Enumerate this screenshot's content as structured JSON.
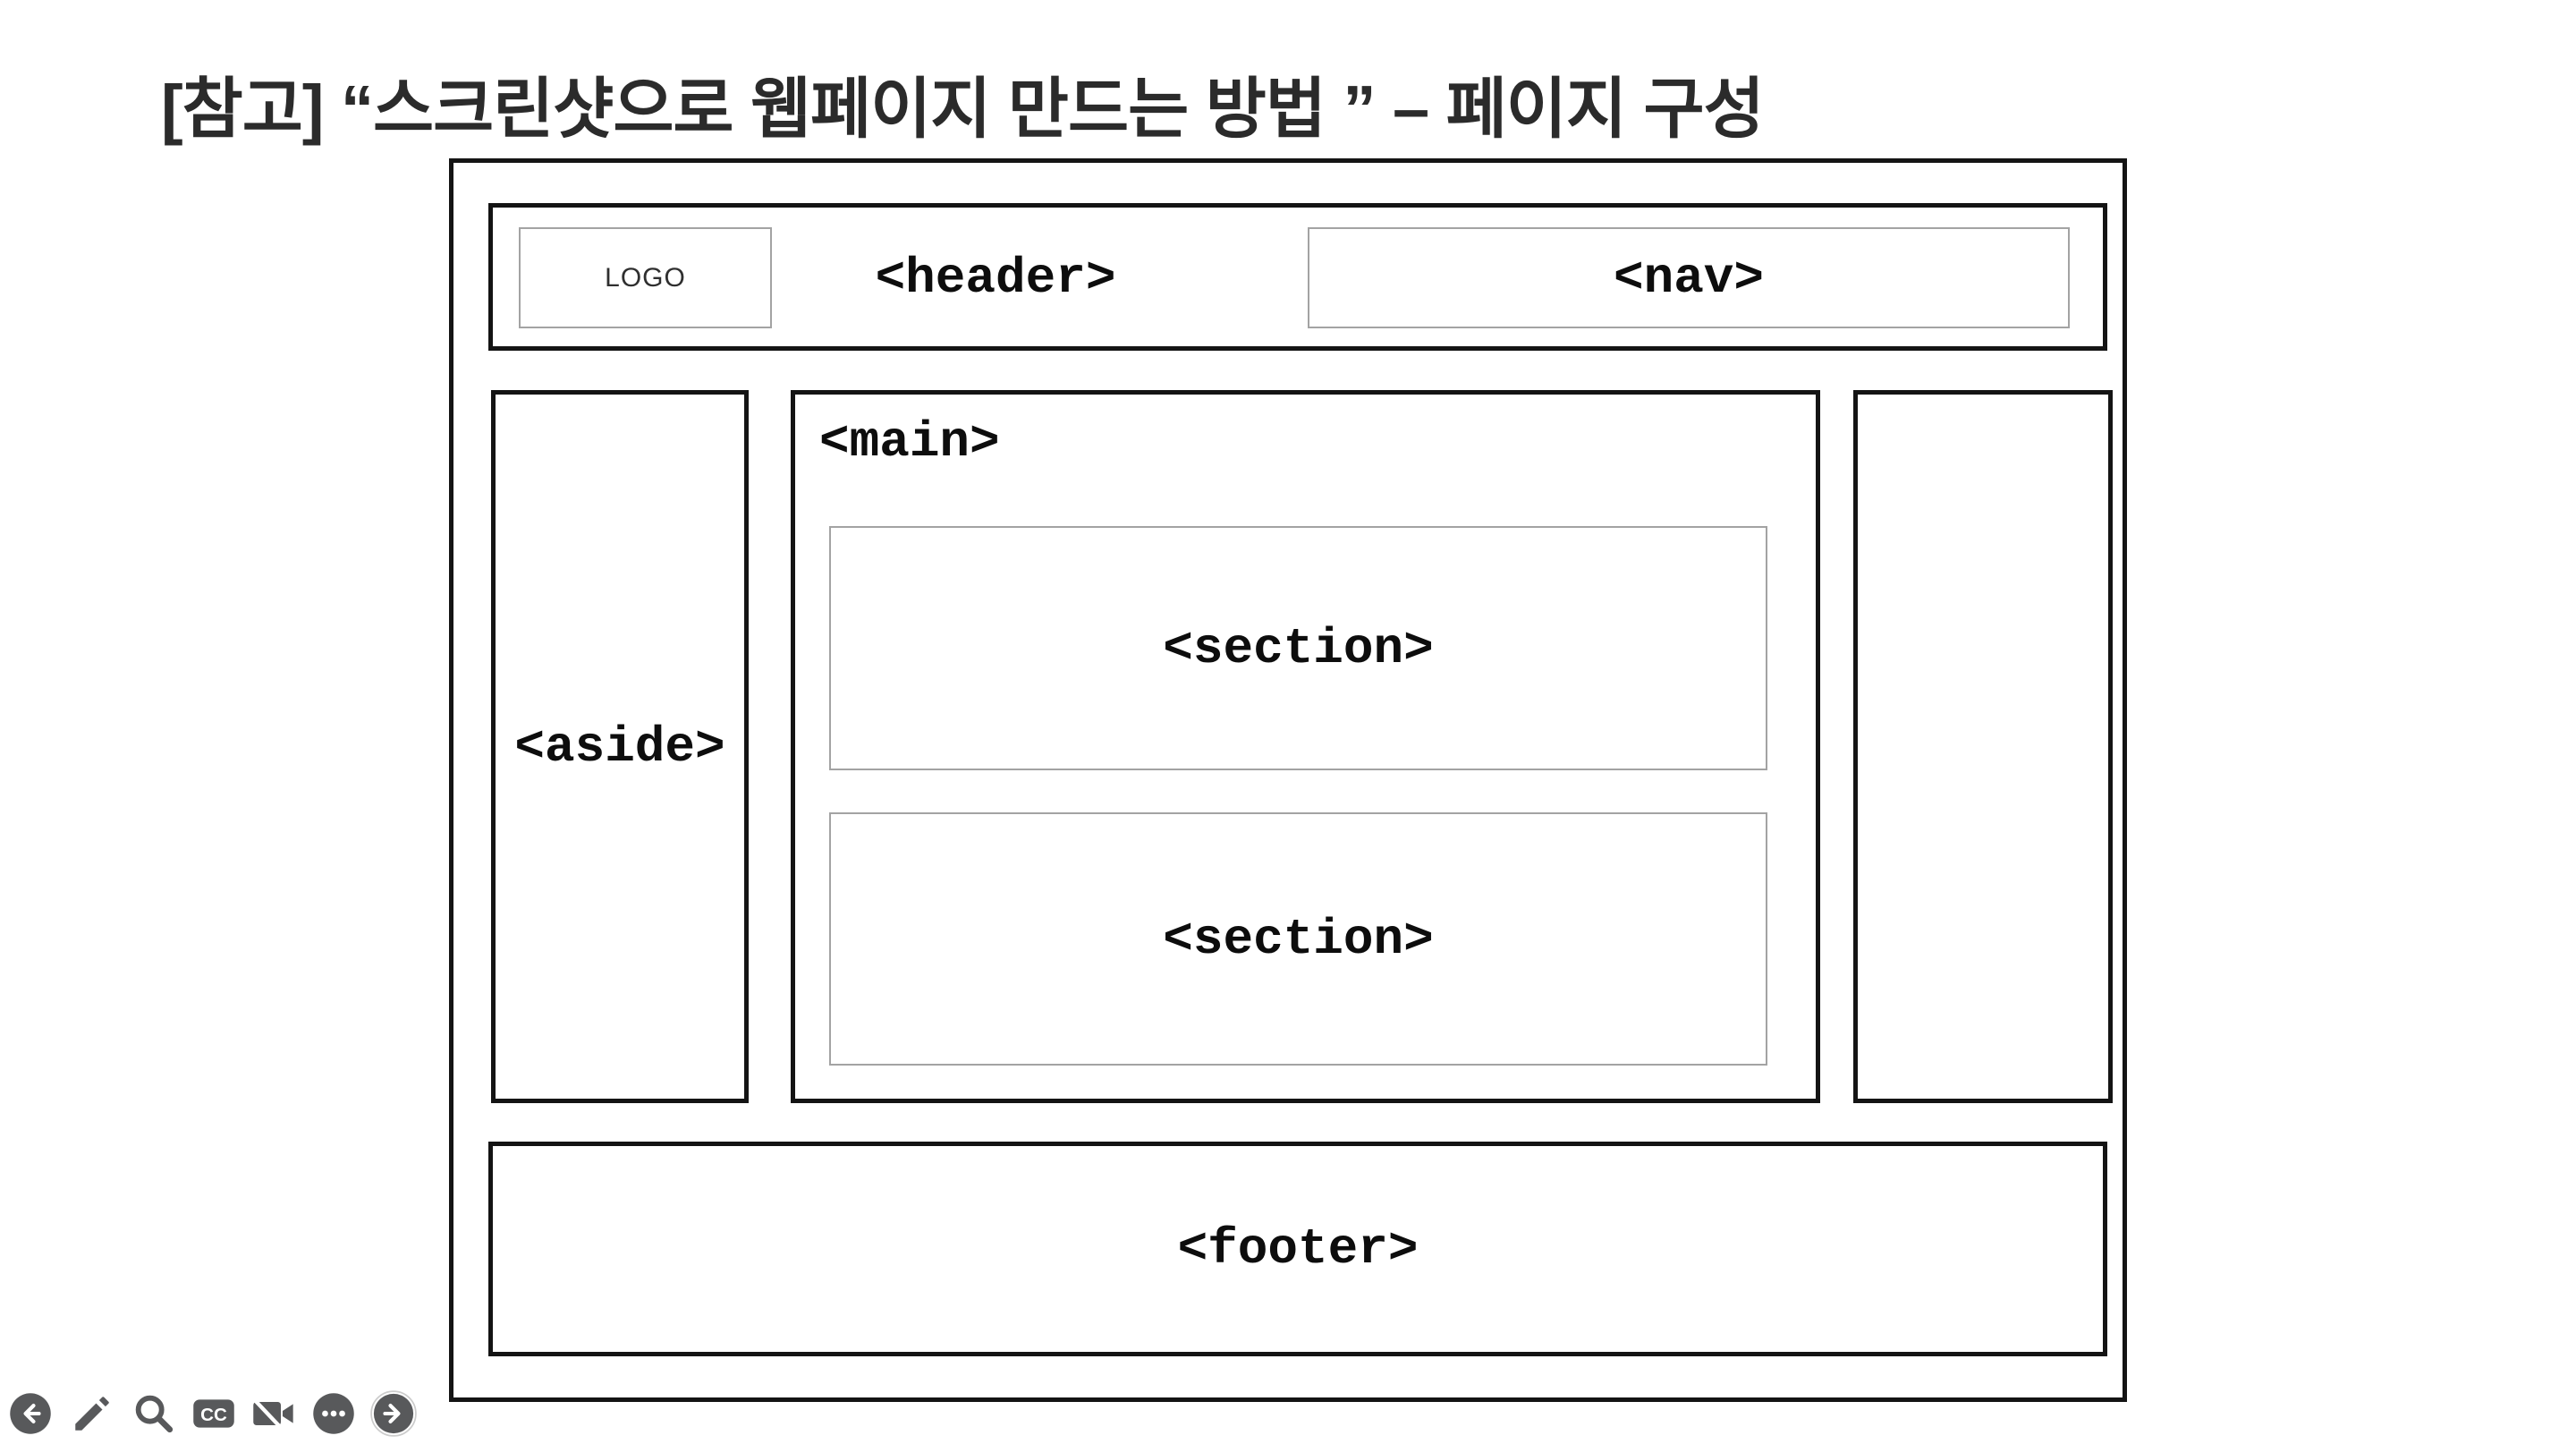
{
  "title": {
    "text": "[참고] “스크린샷으로 웹페이지 만드는 방법 ” – 페이지 구성"
  },
  "wireframe": {
    "logo_label": "LOGO",
    "header_label": "<header>",
    "nav_label": "<nav>",
    "aside_left_label": "<aside>",
    "main_label": "<main>",
    "section1_label": "<section>",
    "section2_label": "<section>",
    "footer_label": "<footer>"
  },
  "toolbar": {
    "cc_label": "CC",
    "icon_color": "#58595b",
    "icons": [
      {
        "name": "previous-arrow-circle"
      },
      {
        "name": "pencil-edit"
      },
      {
        "name": "search-magnifier"
      },
      {
        "name": "closed-captions"
      },
      {
        "name": "video-off"
      },
      {
        "name": "more-ellipsis-circle"
      },
      {
        "name": "next-arrow-circle"
      }
    ]
  },
  "colors": {
    "background": "#ffffff",
    "box_border_thick": "#141414",
    "box_border_thin": "#a3a3a3",
    "label_text": "#0d0d0d",
    "title_text": "#2b2b2b",
    "toolbar_icon": "#58595b"
  }
}
